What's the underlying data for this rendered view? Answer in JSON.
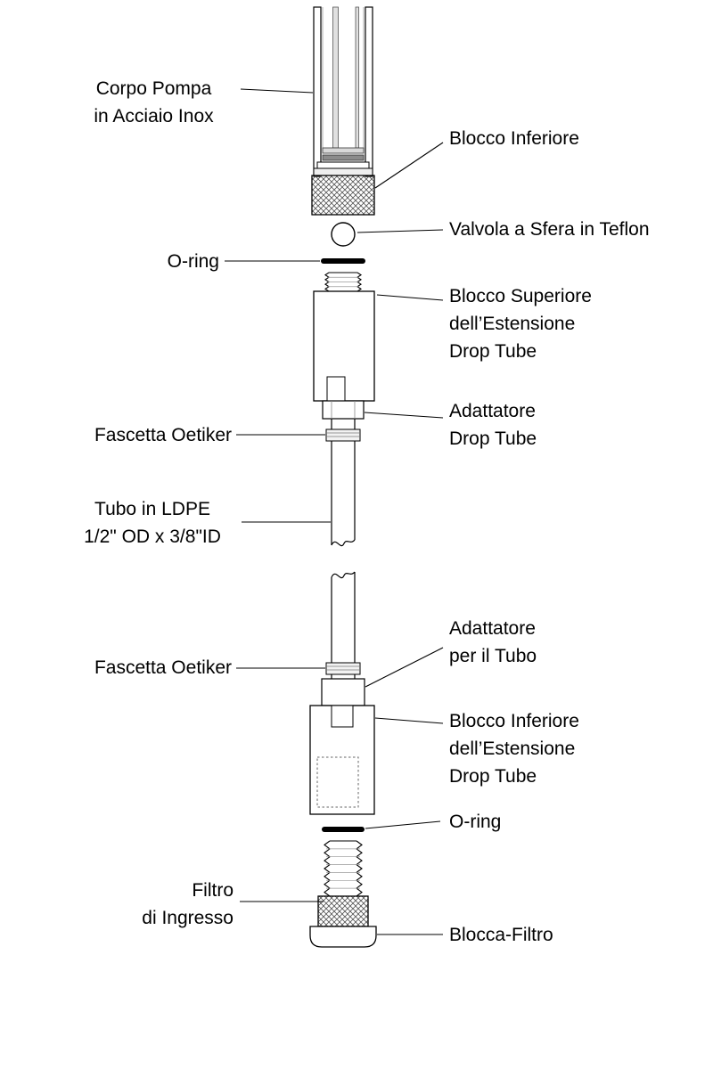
{
  "labels": {
    "corpo_pompa": [
      "Corpo Pompa",
      "in Acciaio Inox"
    ],
    "blocco_inferiore_top": [
      "Blocco Inferiore"
    ],
    "valvola": [
      "Valvola a Sfera in Teflon"
    ],
    "oring_top": [
      "O-ring"
    ],
    "blocco_superiore": [
      "Blocco Superiore",
      "dell’Estensione",
      "Drop Tube"
    ],
    "adattatore_drop_tube": [
      "Adattatore",
      "Drop Tube"
    ],
    "fascetta_top": [
      "Fascetta Oetiker"
    ],
    "tubo": [
      "Tubo in LDPE",
      "1/2\" OD x 3/8\"ID"
    ],
    "adattatore_tubo": [
      "Adattatore",
      "per il Tubo"
    ],
    "fascetta_bottom": [
      "Fascetta Oetiker"
    ],
    "blocco_inferiore_est": [
      "Blocco Inferiore",
      "dell’Estensione",
      "Drop Tube"
    ],
    "oring_bottom": [
      "O-ring"
    ],
    "filtro": [
      "Filtro",
      "di Ingresso"
    ],
    "blocca_filtro": [
      "Blocca-Filtro"
    ]
  },
  "colors": {
    "line": "#000000",
    "shade_light": "#e0e0e0",
    "shade_dark": "#8c8c8c"
  }
}
